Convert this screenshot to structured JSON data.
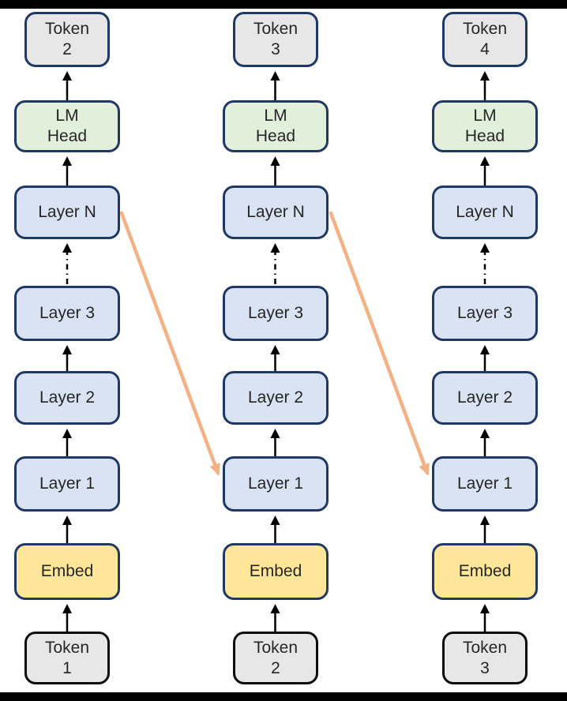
{
  "diagram": {
    "title": "autoregressive-decoding-diagram",
    "columns": [
      {
        "output_token": {
          "line1": "Token",
          "line2": "2"
        },
        "lm_head": {
          "line1": "LM",
          "line2": "Head"
        },
        "layer_n": "Layer N",
        "layer_3": "Layer 3",
        "layer_2": "Layer 2",
        "layer_1": "Layer 1",
        "embed": "Embed",
        "input_token": {
          "line1": "Token",
          "line2": "1"
        }
      },
      {
        "output_token": {
          "line1": "Token",
          "line2": "3"
        },
        "lm_head": {
          "line1": "LM",
          "line2": "Head"
        },
        "layer_n": "Layer N",
        "layer_3": "Layer 3",
        "layer_2": "Layer 2",
        "layer_1": "Layer 1",
        "embed": "Embed",
        "input_token": {
          "line1": "Token",
          "line2": "2"
        }
      },
      {
        "output_token": {
          "line1": "Token",
          "line2": "4"
        },
        "lm_head": {
          "line1": "LM",
          "line2": "Head"
        },
        "layer_n": "Layer N",
        "layer_3": "Layer 3",
        "layer_2": "Layer 2",
        "layer_1": "Layer 1",
        "embed": "Embed",
        "input_token": {
          "line1": "Token",
          "line2": "3"
        }
      }
    ],
    "colors": {
      "layer_fill": "#dae3f3",
      "lm_head_fill": "#e2efda",
      "embed_fill": "#ffe699",
      "token_fill": "#e7e7e7",
      "box_border_navy": "#1f3864",
      "input_token_border_black": "#0d0d0d",
      "arrow_black": "#000000",
      "cross_column_arrow_orange": "#f4b183",
      "frame_bar_black": "#000000"
    }
  }
}
